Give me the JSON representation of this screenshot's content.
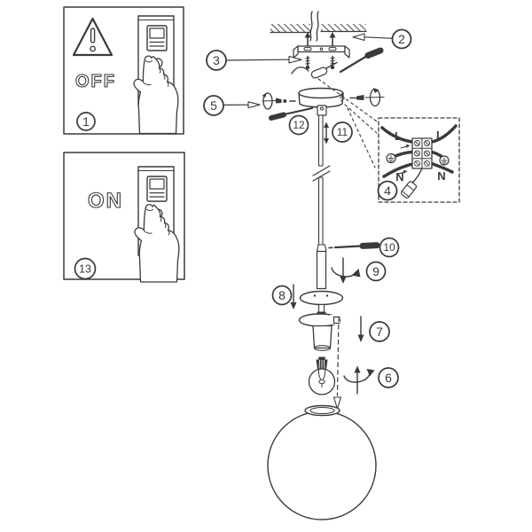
{
  "colors": {
    "ink": "#3a3a3a",
    "paper": "#ffffff"
  },
  "switch_panels": {
    "off": {
      "step": "1",
      "state_label": "OFF"
    },
    "on": {
      "step": "13",
      "state_label": "ON"
    }
  },
  "wiring_box": {
    "step": "4",
    "terminal_labels": {
      "l_left": "L",
      "l_right": "L",
      "n_left": "N",
      "n_right": "N"
    }
  },
  "step_markers": {
    "s2": "2",
    "s3": "3",
    "s5": "5",
    "s6": "6",
    "s7": "7",
    "s8": "8",
    "s9": "9",
    "s10": "10",
    "s11": "11",
    "s12": "12"
  },
  "icons": {
    "warning": "exclamation-triangle",
    "hand": "pointing-hand",
    "screwdriver": "screwdriver",
    "rotate": "rotation-arrow",
    "earth": "earth-terminal"
  }
}
